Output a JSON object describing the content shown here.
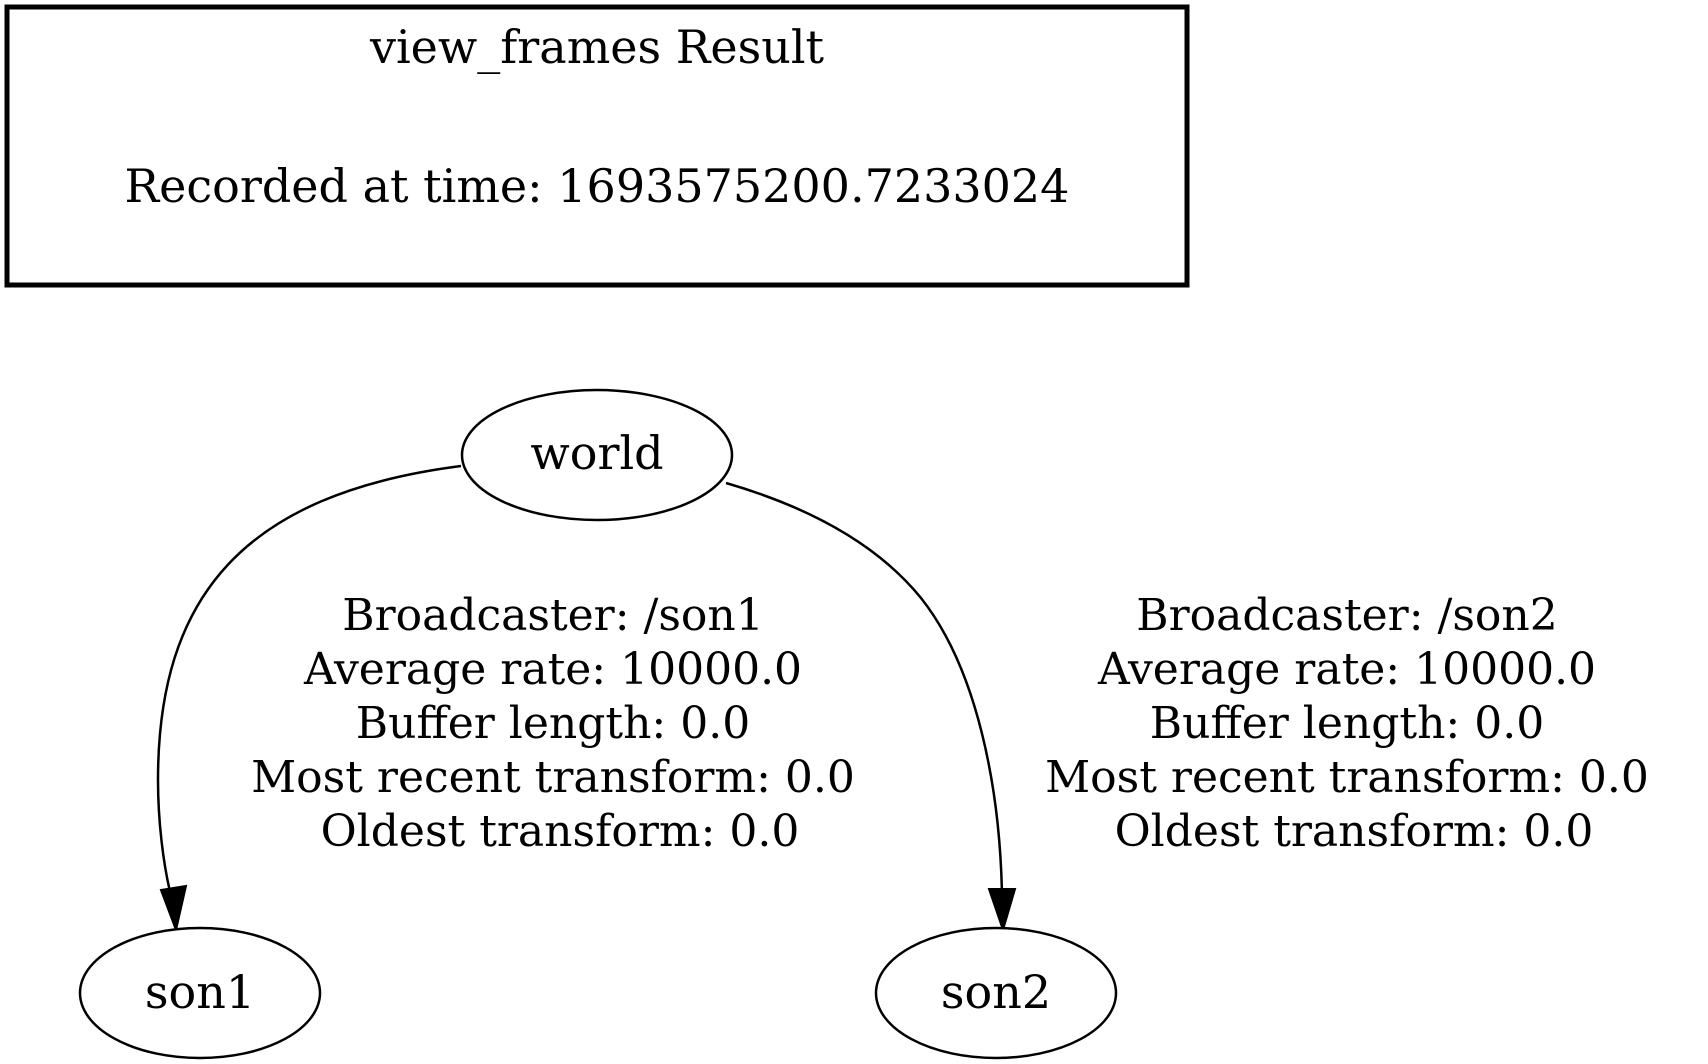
{
  "legend": {
    "title": "view_frames Result",
    "recorded": "Recorded at time: 1693575200.7233024"
  },
  "nodes": {
    "world": "world",
    "son1": "son1",
    "son2": "son2"
  },
  "edges": [
    {
      "from": "world",
      "to": "son1",
      "label": [
        "Broadcaster: /son1",
        "Average rate: 10000.0",
        "Buffer length: 0.0",
        "Most recent transform: 0.0",
        "Oldest transform: 0.0"
      ]
    },
    {
      "from": "world",
      "to": "son2",
      "label": [
        "Broadcaster: /son2",
        "Average rate: 10000.0",
        "Buffer length: 0.0",
        "Most recent transform: 0.0",
        "Oldest transform: 0.0"
      ]
    }
  ],
  "colors": {
    "stroke": "#000000",
    "background": "#ffffff"
  }
}
